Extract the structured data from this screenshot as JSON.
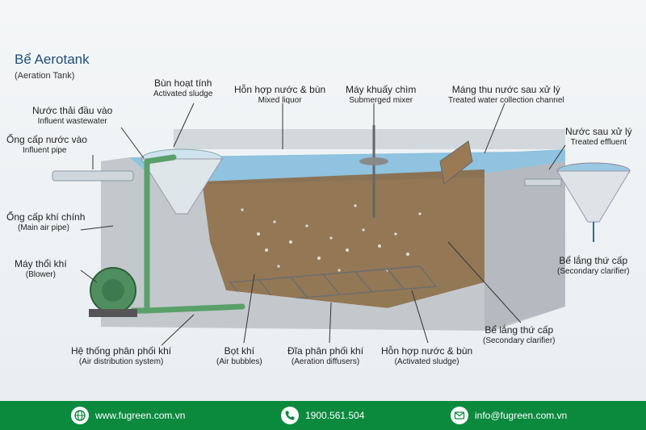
{
  "header": {
    "title": "Bể Aerotank",
    "subtitle": "(Aeration Tank)"
  },
  "labels": {
    "activated_sludge_top": {
      "vi": "Bùn hoạt tính",
      "en": "Activated sludge"
    },
    "mixed_liquor": {
      "vi": "Hỗn hợp nước & bùn",
      "en": "Mixed liquor"
    },
    "submerged_mixer": {
      "vi": "Máy khuấy chìm",
      "en": "Submerged mixer"
    },
    "treated_channel": {
      "vi": "Máng thu nước sau xử lý",
      "en": "Treated water collection channel"
    },
    "influent_wastewater": {
      "vi": "Nước thải đầu vào",
      "en": "Influent wastewater"
    },
    "influent_pipe": {
      "vi": "Ống cấp nước vào",
      "en": "Influent pipe"
    },
    "main_air_pipe": {
      "vi": "Ống cấp khí chính",
      "en": "(Main air pipe)"
    },
    "blower": {
      "vi": "Máy thổi khí",
      "en": "(Blower)"
    },
    "treated_effluent": {
      "vi": "Nước sau xử lý",
      "en": "Treated effluent"
    },
    "secondary_clarifier_right": {
      "vi": "Bể lắng thứ cấp",
      "en": "(Secondary clarifier)"
    },
    "secondary_clarifier_mid": {
      "vi": "Bể lắng thứ cấp",
      "en": "(Secondary clarifier)"
    },
    "air_distribution": {
      "vi": "Hệ thống phân phối khí",
      "en": "(Air distribution system)"
    },
    "air_bubbles": {
      "vi": "Bọt khí",
      "en": "(Air bubbles)"
    },
    "aeration_diffusers": {
      "vi": "Đĩa phân phối khí",
      "en": "(Aeration diffusers)"
    },
    "activated_sludge_bottom": {
      "vi": "Hỗn hợp nước & bùn",
      "en": "(Activated sludge)"
    }
  },
  "footer": {
    "website": "www.fugreen.com.vn",
    "phone": "1900.561.504",
    "email": "info@fugreen.com.vn"
  },
  "colors": {
    "footer_bg": "#0b8a3e",
    "water": "#7fb6d6",
    "sludge": "#8a6a45",
    "concrete": "#bfc4c8",
    "pipe": "#5aa06a"
  }
}
